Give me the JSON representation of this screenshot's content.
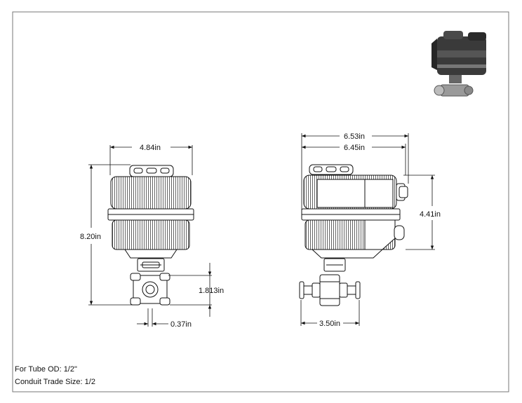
{
  "views": {
    "front": {
      "width_label": "4.84in",
      "height_label": "8.20in",
      "valve_height_label": "1.813in",
      "port_label": "0.37in"
    },
    "side": {
      "overall_width_label": "6.53in",
      "body_width_label": "6.45in",
      "actuator_height_label": "4.41in",
      "valve_width_label": "3.50in"
    }
  },
  "notes": {
    "tube_od": "For Tube OD: 1/2\"",
    "conduit": "Conduit Trade Size: 1/2"
  }
}
